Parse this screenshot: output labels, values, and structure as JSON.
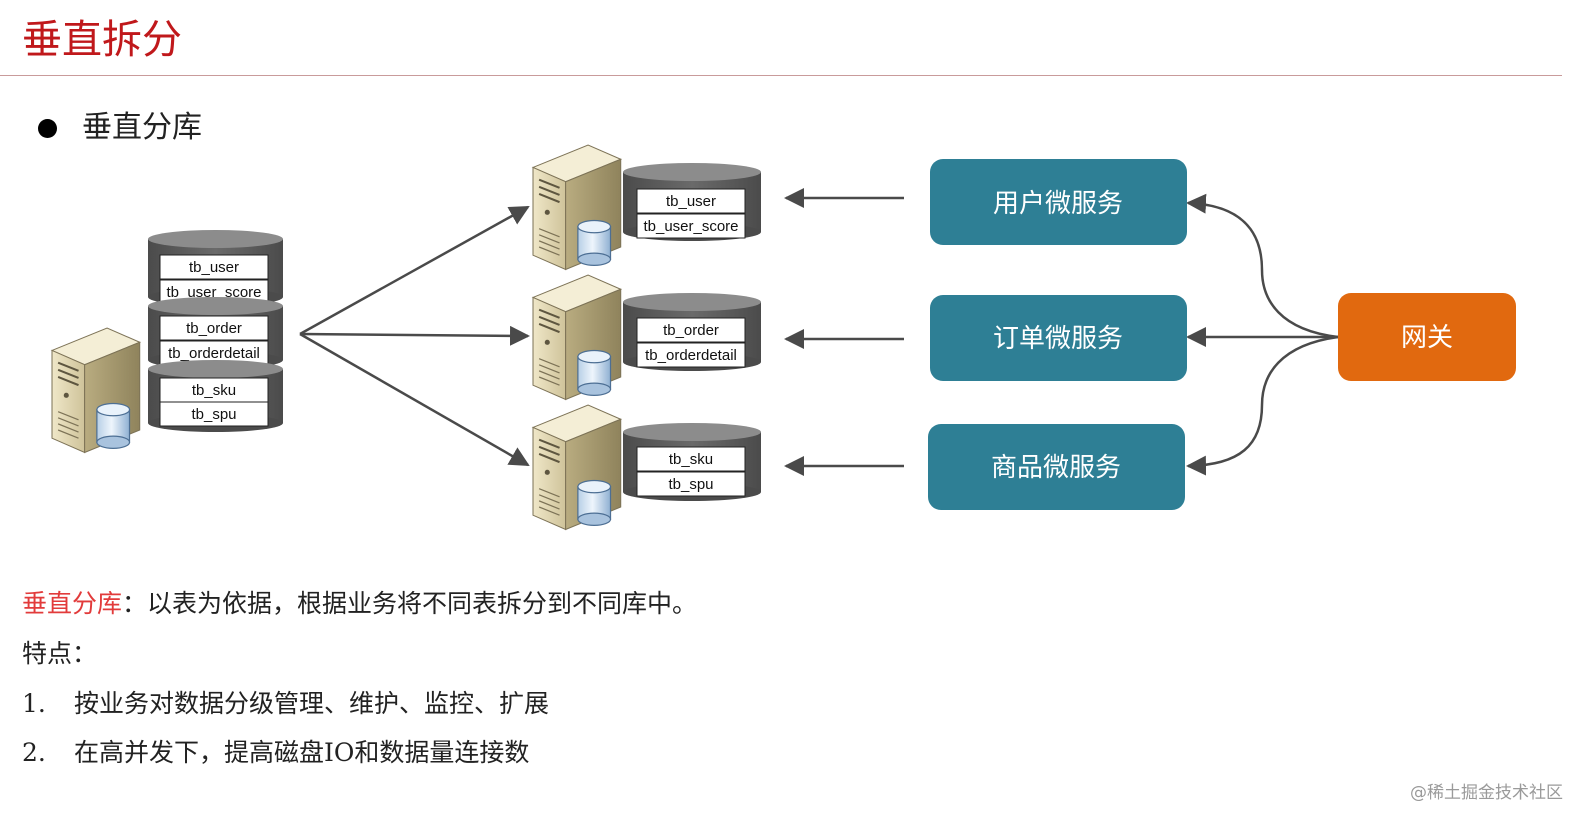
{
  "title": "垂直拆分",
  "bullet": "垂直分库",
  "source_db": {
    "groups": [
      [
        "tb_user",
        "tb_user_score"
      ],
      [
        "tb_order",
        "tb_orderdetail"
      ],
      [
        "tb_sku",
        "tb_spu"
      ]
    ]
  },
  "target_dbs": [
    {
      "tables": [
        "tb_user",
        "tb_user_score"
      ]
    },
    {
      "tables": [
        "tb_order",
        "tb_orderdetail"
      ]
    },
    {
      "tables": [
        "tb_sku",
        "tb_spu"
      ]
    }
  ],
  "services": [
    "用户微服务",
    "订单微服务",
    "商品微服务"
  ],
  "gateway": "网关",
  "colors": {
    "service": "#2e7f95",
    "gateway": "#e1690f",
    "title": "#c0181b",
    "term": "#e23b3b"
  },
  "description": {
    "term": "垂直分库",
    "text": "：以表为依据，根据业务将不同表拆分到不同库中。",
    "features_label": "特点：",
    "items": [
      {
        "num": "1.",
        "text": "按业务对数据分级管理、维护、监控、扩展"
      },
      {
        "num": "2.",
        "text": "在高并发下，提高磁盘IO和数据量连接数"
      }
    ]
  },
  "watermark": "@稀土掘金技术社区"
}
